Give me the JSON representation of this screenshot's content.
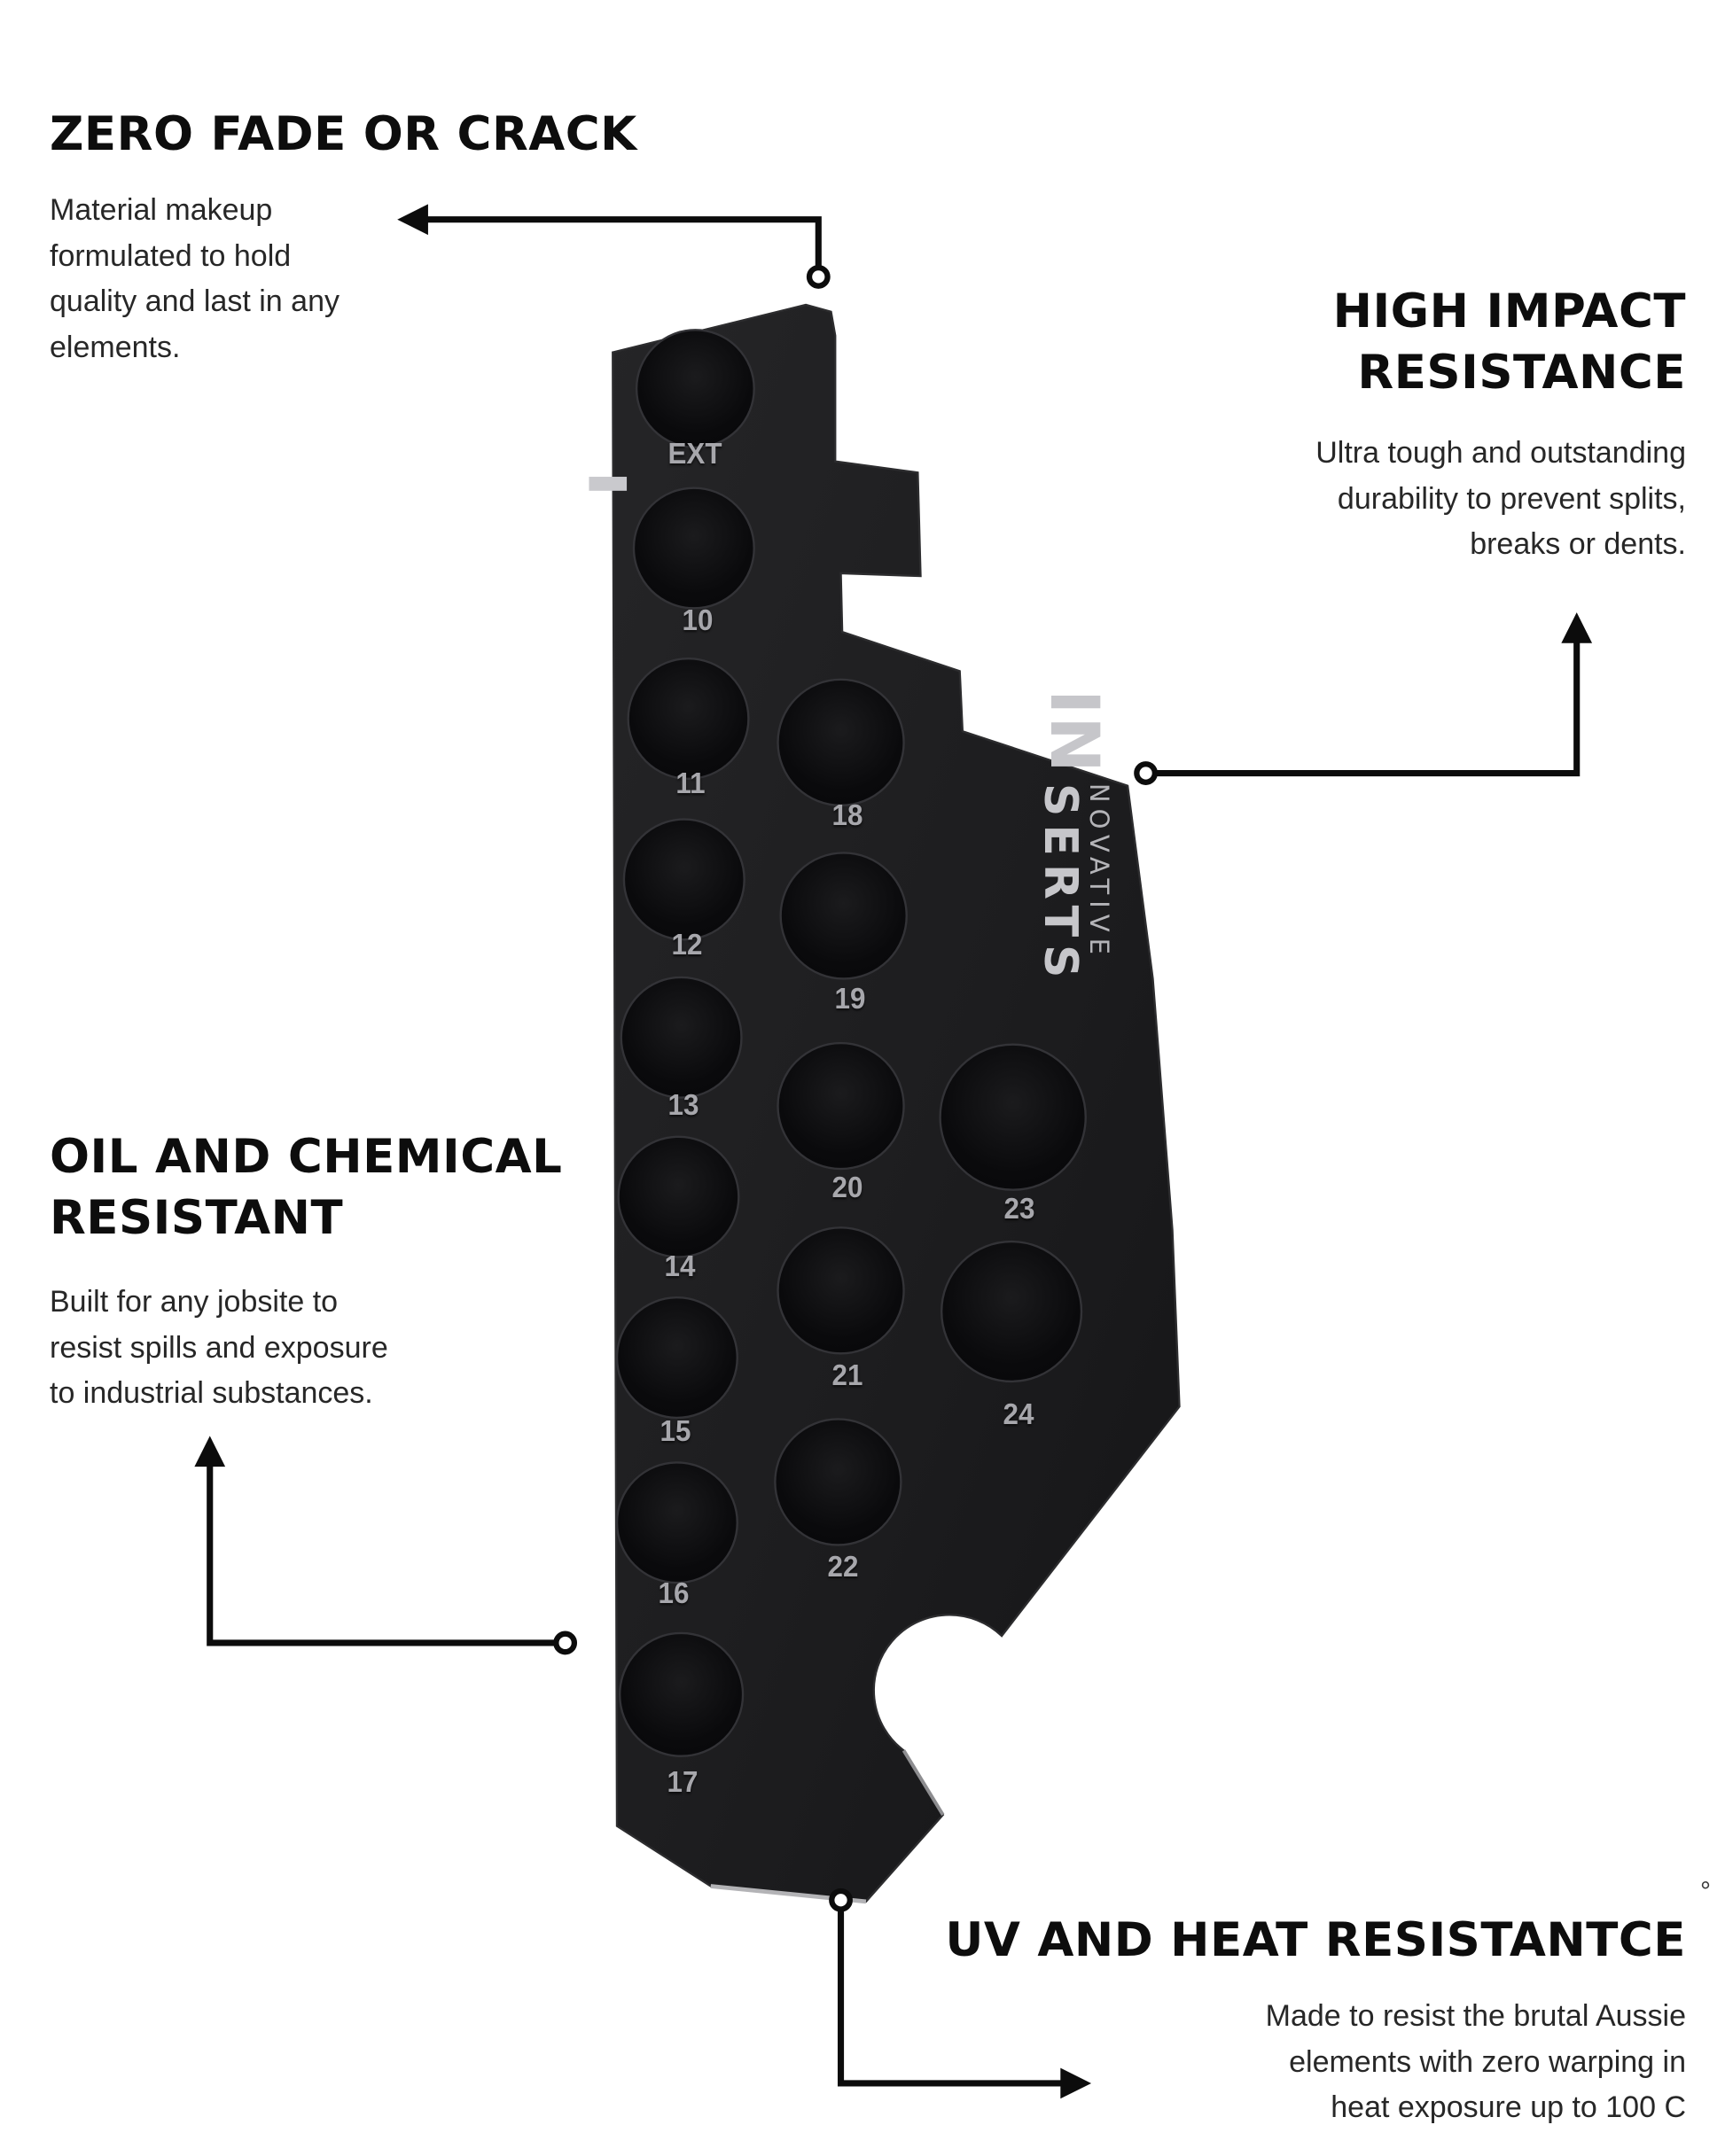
{
  "features": {
    "zero_fade": {
      "title": "ZERO FADE OR CRACK",
      "description": "Material makeup\nformulated to hold\nquality and last in any\nelements."
    },
    "high_impact": {
      "title": "HIGH IMPACT\nRESISTANCE",
      "description": "Ultra tough and outstanding\ndurability to prevent splits,\nbreaks or dents."
    },
    "oil_chemical": {
      "title": "OIL AND CHEMICAL\nRESISTANT",
      "description": "Built for any jobsite to\nresist spills and exposure\nto industrial substances."
    },
    "uv_heat": {
      "title": "UV AND HEAT RESISTANTCE",
      "description": "Made to resist the brutal Aussie\nelements with zero warping in\nheat exposure up to 100 C",
      "stray_mark": "°"
    }
  },
  "product": {
    "brand": {
      "prefix": "IN",
      "top": "NOVATIVE",
      "bottom": "SERTS"
    },
    "socket_labels": [
      "EXT",
      "10",
      "11",
      "12",
      "13",
      "14",
      "15",
      "16",
      "17",
      "18",
      "19",
      "20",
      "21",
      "22",
      "23",
      "24"
    ]
  },
  "colors": {
    "background": "#ffffff",
    "product_body": "#1e1e20",
    "socket_hole": "#0a0a0c",
    "engraved_label": "#a7a7ac",
    "heading_text": "#0d0d0d",
    "body_text": "#272727",
    "callout_line": "#0c0c0c"
  }
}
